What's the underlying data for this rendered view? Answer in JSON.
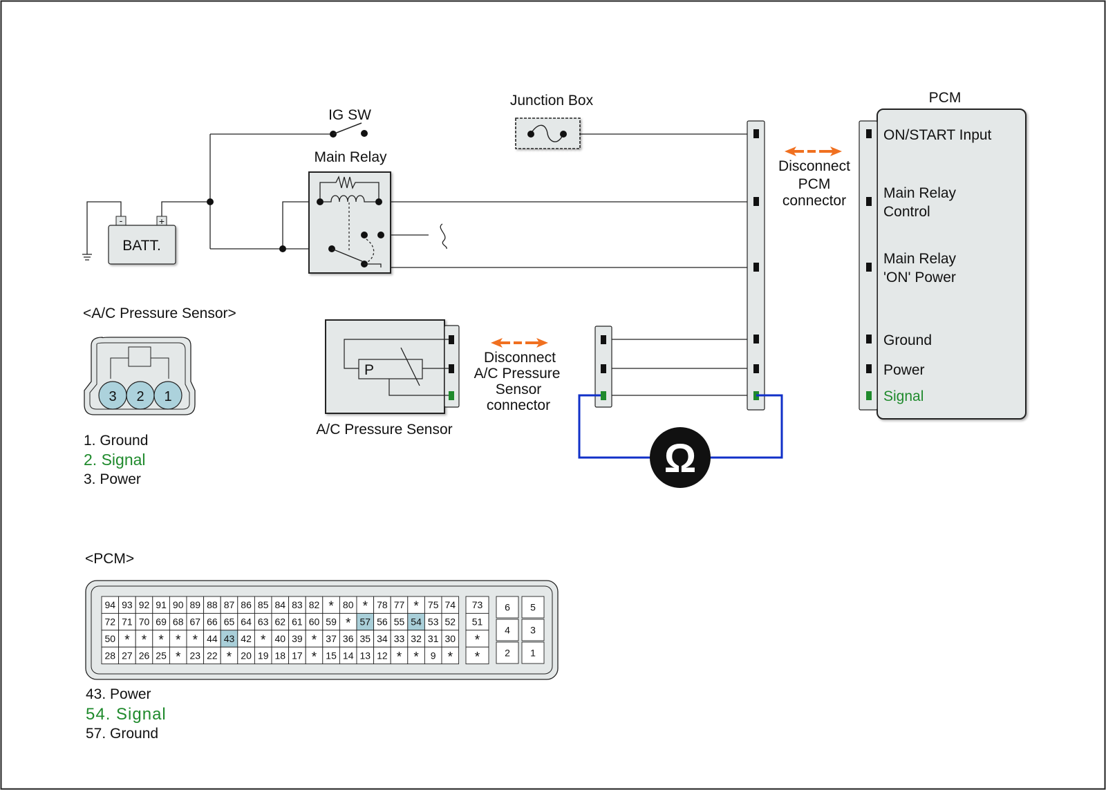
{
  "colors": {
    "wire": "#222222",
    "panel_fill": "#e4e8e8",
    "signal_green": "#1f8a2c",
    "arrow_orange": "#f07020",
    "meter_wire_blue": "#1030c8",
    "pin_highlight": "#a9cfd9",
    "pin_circle_fill": "#acd2dc"
  },
  "labels": {
    "ig_sw": "IG SW",
    "junction_box": "Junction Box",
    "main_relay": "Main Relay",
    "batt": "BATT.",
    "batt_minus": "-",
    "batt_plus": "+",
    "pcm_title": "PCM",
    "ac_sensor_connector_title": "<A/C Pressure Sensor>",
    "ac_sensor_component": "A/C Pressure Sensor",
    "ac_sensor_symbol": "P",
    "pcm_connector_title": "<PCM>",
    "ohm_symbol": "Ω"
  },
  "disconnect_pcm": [
    "Disconnect",
    "PCM",
    "connector"
  ],
  "disconnect_ac": [
    "Disconnect",
    "A/C Pressure",
    "Sensor",
    "connector"
  ],
  "pcm_terminals": [
    {
      "lines": [
        "ON/START  Input"
      ],
      "signal": false
    },
    {
      "lines": [
        "Main Relay",
        "Control"
      ],
      "signal": false
    },
    {
      "lines": [
        "Main Relay",
        "'ON' Power"
      ],
      "signal": false
    },
    {
      "lines": [
        "Ground"
      ],
      "signal": false
    },
    {
      "lines": [
        "Power"
      ],
      "signal": false
    },
    {
      "lines": [
        "Signal"
      ],
      "signal": true
    }
  ],
  "ac_sensor_pins": [
    {
      "number": "3"
    },
    {
      "number": "2"
    },
    {
      "number": "1"
    }
  ],
  "ac_sensor_legend": [
    {
      "text": "1. Ground",
      "signal": false
    },
    {
      "text": "2. Signal",
      "signal": true
    },
    {
      "text": "3. Power",
      "signal": false
    }
  ],
  "pcm_connector_grid": [
    [
      "94",
      "93",
      "92",
      "91",
      "90",
      "89",
      "88",
      "87",
      "86",
      "85",
      "84",
      "83",
      "82",
      "*",
      "80",
      "*",
      "78",
      "77",
      "*",
      "75",
      "74"
    ],
    [
      "72",
      "71",
      "70",
      "69",
      "68",
      "67",
      "66",
      "65",
      "64",
      "63",
      "62",
      "61",
      "60",
      "59",
      "*",
      "57",
      "56",
      "55",
      "54",
      "53",
      "52"
    ],
    [
      "50",
      "*",
      "*",
      "*",
      "*",
      "*",
      "44",
      "43",
      "42",
      "*",
      "40",
      "39",
      "*",
      "37",
      "36",
      "35",
      "34",
      "33",
      "32",
      "31",
      "30"
    ],
    [
      "28",
      "27",
      "26",
      "25",
      "*",
      "23",
      "22",
      "*",
      "20",
      "19",
      "18",
      "17",
      "*",
      "15",
      "14",
      "13",
      "12",
      "*",
      "*",
      "9",
      "*"
    ]
  ],
  "pcm_connector_col_b": [
    "73",
    "51",
    "*",
    "*"
  ],
  "pcm_connector_col_c": [
    [
      "6",
      "5"
    ],
    [
      "4",
      "3"
    ],
    [
      "2",
      "1"
    ]
  ],
  "pcm_connector_highlighted": [
    "57",
    "54",
    "43"
  ],
  "pcm_legend": [
    {
      "text": "43. Power",
      "signal": false
    },
    {
      "text": "54. Signal",
      "signal": true
    },
    {
      "text": "57. Ground",
      "signal": false
    }
  ]
}
